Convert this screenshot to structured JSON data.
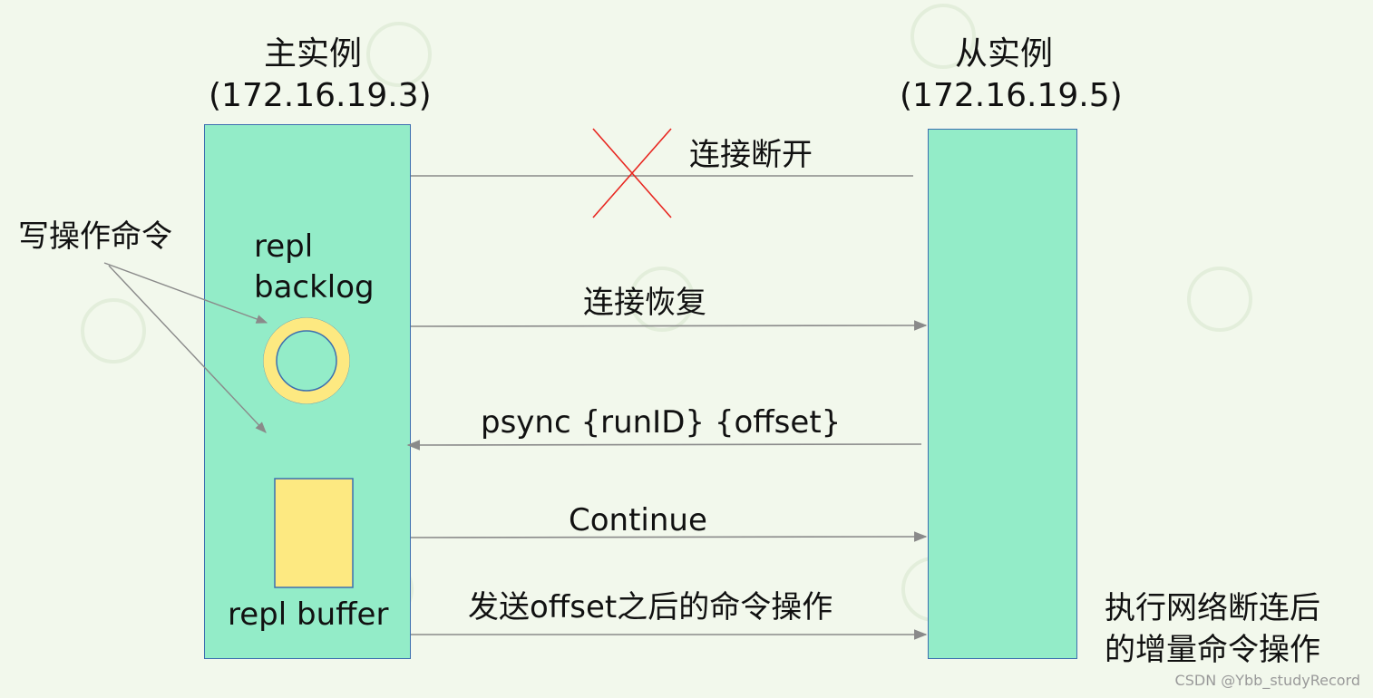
{
  "master": {
    "title": "主实例",
    "ip": "(172.16.19.3)"
  },
  "replica": {
    "title": "从实例",
    "ip": "(172.16.19.5)"
  },
  "write_ops_label": "写操作命令",
  "backlog_label_line1": "repl",
  "backlog_label_line2": "backlog",
  "buffer_label": "repl buffer",
  "messages": {
    "disconnect": "连接断开",
    "reconnect": "连接恢复",
    "psync": "psync {runID} {offset}",
    "continue": "Continue",
    "send_after_offset": "发送offset之后的命令操作"
  },
  "replica_note_line1": "执行网络断连后",
  "replica_note_line2": "的增量命令操作",
  "credit": "CSDN @Ybb_studyRecord",
  "colors": {
    "background": "#f2f8ec",
    "instance_fill": "#93ecc8",
    "instance_border": "#3d6fb0",
    "backlog_ring": "#fde981",
    "buffer_fill": "#fde981",
    "cross": "#e8251f",
    "arrow": "#8a8a8a"
  }
}
